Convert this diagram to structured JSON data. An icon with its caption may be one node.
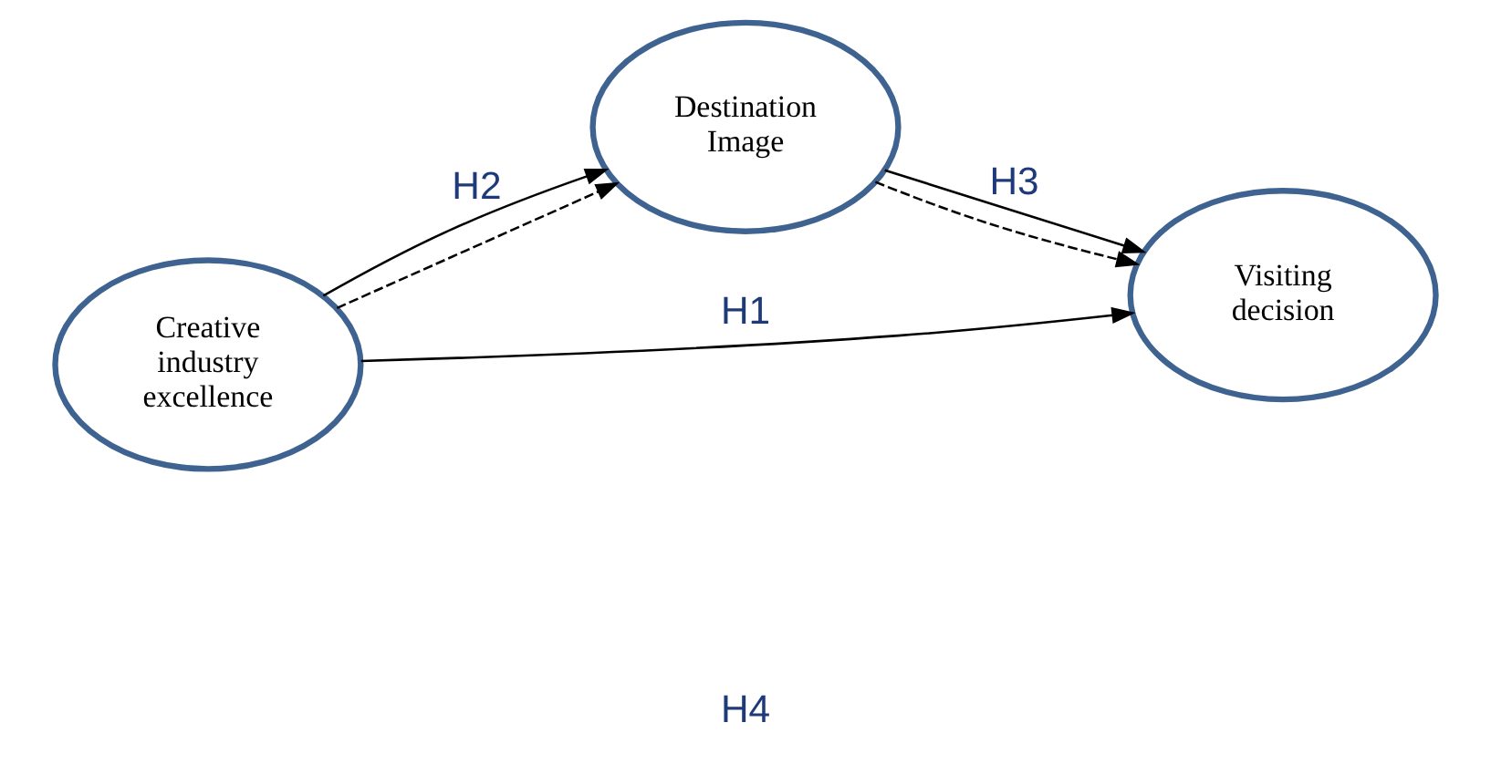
{
  "diagram": {
    "nodes": [
      {
        "text": [
          "Destination Image"
        ]
      },
      {
        "text": [
          "Creative industry excellence"
        ]
      },
      {
        "text": [
          "Visiting decision"
        ]
      }
    ],
    "edges": [
      {
        "from": 1,
        "to": 0,
        "arrow": "to",
        "label": "H2"
      },
      {
        "from": 1,
        "to": 0,
        "arrow": "to",
        "style": "dashed"
      },
      {
        "from": 0,
        "to": 2,
        "arrow": "to",
        "label": "H3"
      },
      {
        "from": 0,
        "to": 2,
        "arrow": "to",
        "style": "dashed"
      },
      {
        "from": 1,
        "to": 2,
        "arrow": "to",
        "label": "H1"
      }
    ],
    "labels": [
      "H4"
    ]
  }
}
